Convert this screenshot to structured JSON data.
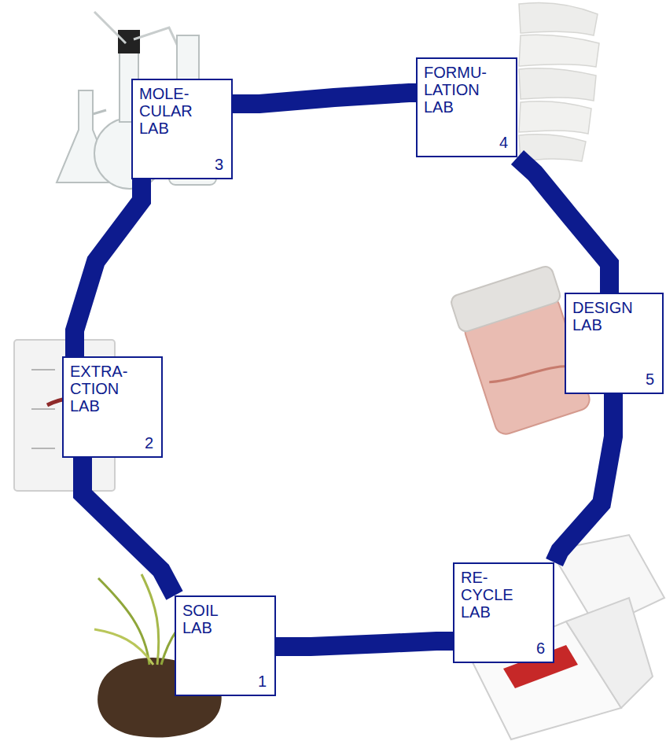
{
  "diagram": {
    "nodes": [
      {
        "text": [
          "SOIL LAB",
          "1"
        ]
      },
      {
        "text": [
          "EXTRA- CTION LAB",
          "2"
        ]
      },
      {
        "text": [
          "MOLE- CULAR LAB",
          "3"
        ]
      },
      {
        "text": [
          "FORMU- LATION LAB",
          "4"
        ]
      },
      {
        "text": [
          "DESIGN LAB",
          "5"
        ]
      },
      {
        "text": [
          "RE- CYCLE LAB",
          "6"
        ]
      }
    ],
    "edges": [
      {
        "from": 0,
        "to": 1,
        "arrow": "none"
      },
      {
        "from": 1,
        "to": 2,
        "arrow": "none"
      },
      {
        "from": 2,
        "to": 3,
        "arrow": "none"
      },
      {
        "from": 3,
        "to": 4,
        "arrow": "none"
      },
      {
        "from": 4,
        "to": 5,
        "arrow": "none"
      },
      {
        "from": 5,
        "to": 0,
        "arrow": "none"
      }
    ]
  }
}
